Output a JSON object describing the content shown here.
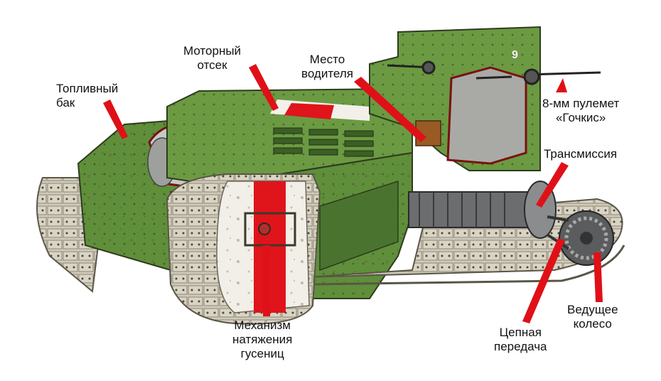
{
  "labels": {
    "fuel_tank": [
      "Топливный",
      "бак"
    ],
    "engine_bay": [
      "Моторный",
      "отсек"
    ],
    "driver_seat": [
      "Место",
      "водителя"
    ],
    "machine_gun": [
      "8-мм пулемет",
      "«Гочкис»"
    ],
    "transmission": [
      "Трансмиссия"
    ],
    "track_tensioner": [
      "Механизм",
      "натяжения",
      "гусениц"
    ],
    "chain_drive": [
      "Цепная",
      "передача"
    ],
    "drive_wheel": [
      "Ведущее",
      "колесо"
    ]
  },
  "turret_number": "9",
  "colors": {
    "hull_green": "#5f8f3a",
    "hull_light": "#9cc062",
    "hull_dark": "#3c5f25",
    "turret_grey": "#a9aaa6",
    "track": "#cfcabb",
    "red_stripe": "#e0141b",
    "pointer_red": "#e01018",
    "rivet": "#2d3b1e",
    "machinery": "#6b6d6e"
  }
}
